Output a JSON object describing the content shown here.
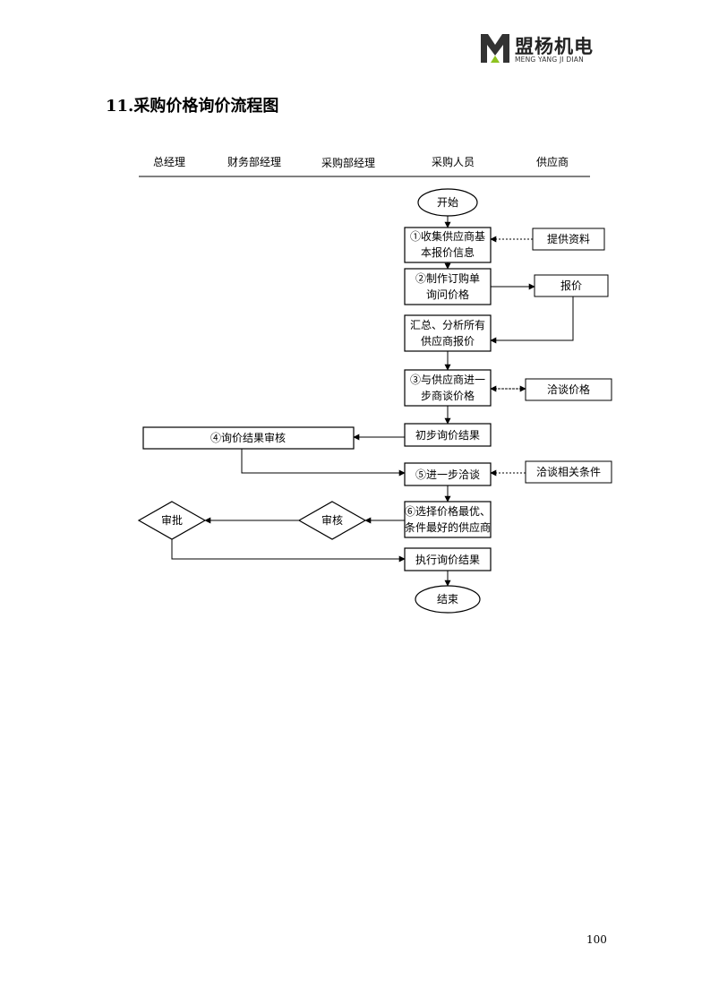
{
  "brand": {
    "name_cn": "盟杨机电",
    "name_en": "MENG YANG JI DIAN",
    "colors": {
      "dark": "#333333",
      "green": "#8dc21f"
    }
  },
  "title": "11.采购价格询价流程图",
  "lanes": [
    "总经理",
    "财务部经理",
    "采购部经理",
    "采购人员",
    "供应商"
  ],
  "nodes": {
    "start": "开始",
    "collect_line1": "①收集供应商基",
    "collect_line2": "本报价信息",
    "provide": "提供资料",
    "order_line1": "②制作订购单",
    "order_line2": "询问价格",
    "quote": "报价",
    "summary_line1": "汇总、分析所有",
    "summary_line2": "供应商报价",
    "negotiate_line1": "③与供应商进一",
    "negotiate_line2": "步商谈价格",
    "supplier_negotiate": "洽谈价格",
    "initial_result": "初步询价结果",
    "review_result": "④询价结果审核",
    "further_negotiate": "⑤进一步洽谈",
    "supplier_terms": "洽谈相关条件",
    "select_line1": "⑥选择价格最优、",
    "select_line2": "条件最好的供应商",
    "audit": "审核",
    "approve": "审批",
    "execute": "执行询价结果",
    "end": "结束"
  },
  "page_number": "100"
}
